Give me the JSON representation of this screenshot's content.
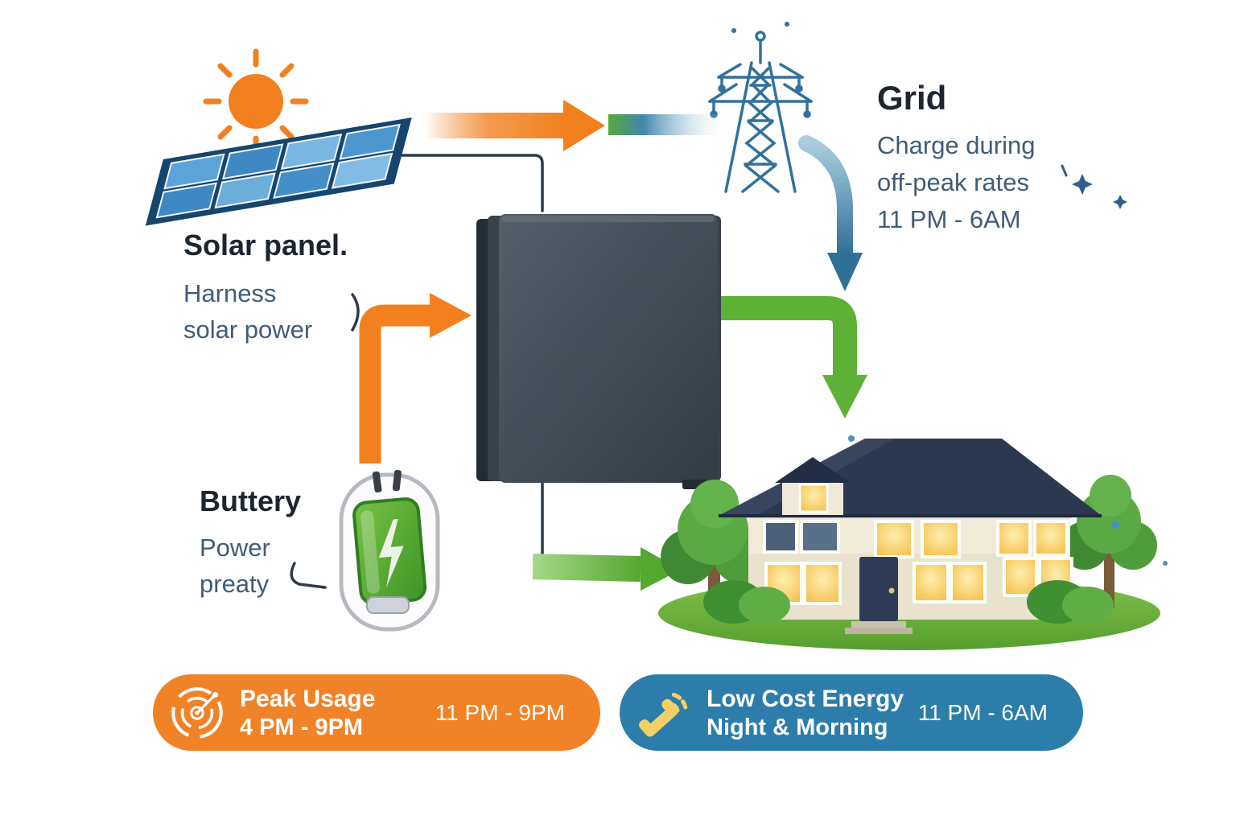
{
  "title": "Home battery energy flow infographic",
  "colors": {
    "accent_orange": "#f2801e",
    "accent_green": "#5cb136",
    "accent_blue": "#2e7096",
    "heading_text": "#1d2530",
    "body_text": "#3f5c79",
    "badge_orange": "#f08327",
    "badge_blue": "#2d7dab",
    "badge_icon_yellow": "#f2d066",
    "battery_gray": "#39424b",
    "panel_blue": "#4d97d0",
    "roof_navy": "#2c3850",
    "window_yellow": "#f4b93c"
  },
  "solar": {
    "title": "Solar panel.",
    "desc_line1": "Harness",
    "desc_line2": "solar power"
  },
  "grid": {
    "title": "Grid",
    "desc_line1": "Charge during",
    "desc_line2": "off-peak rates",
    "desc_line3": "11 PM - 6AM"
  },
  "battery": {
    "title": "Buttery",
    "desc_line1": "Power",
    "desc_line2": "preaty"
  },
  "badges": {
    "peak_usage": {
      "title": "Peak Usage",
      "subtitle": "4 PM - 9PM",
      "time": "11 PM - 9PM",
      "color": "#f08327",
      "icon": "radar-target-icon"
    },
    "low_cost": {
      "title": "Low Cost Energy",
      "subtitle": "Night & Morning",
      "time": "11 PM - 6AM",
      "color": "#2d7dab",
      "icon": "phone-icon"
    }
  },
  "icons": {
    "sun": "sun-icon",
    "solar_panel": "solar-panel-icon",
    "transmission_tower": "transmission-tower-icon",
    "home_battery": "home-battery-unit",
    "battery_charger": "battery-charger-icon",
    "lightning": "lightning-bolt-icon",
    "house": "house-illustration",
    "radar": "radar-target-icon",
    "phone": "phone-icon",
    "sparkle": "sparkle-icon"
  },
  "flows": [
    {
      "name": "solar-to-grid",
      "color": "#f2801e"
    },
    {
      "name": "panel-to-battery",
      "color": "#2e3b49"
    },
    {
      "name": "grid-to-house",
      "color": "#2e7096"
    },
    {
      "name": "battery-to-house-right",
      "color": "#5cb136"
    },
    {
      "name": "charger-to-battery",
      "color": "#f2801e"
    },
    {
      "name": "battery-to-house-bottom",
      "color": "#5fb43a"
    }
  ]
}
